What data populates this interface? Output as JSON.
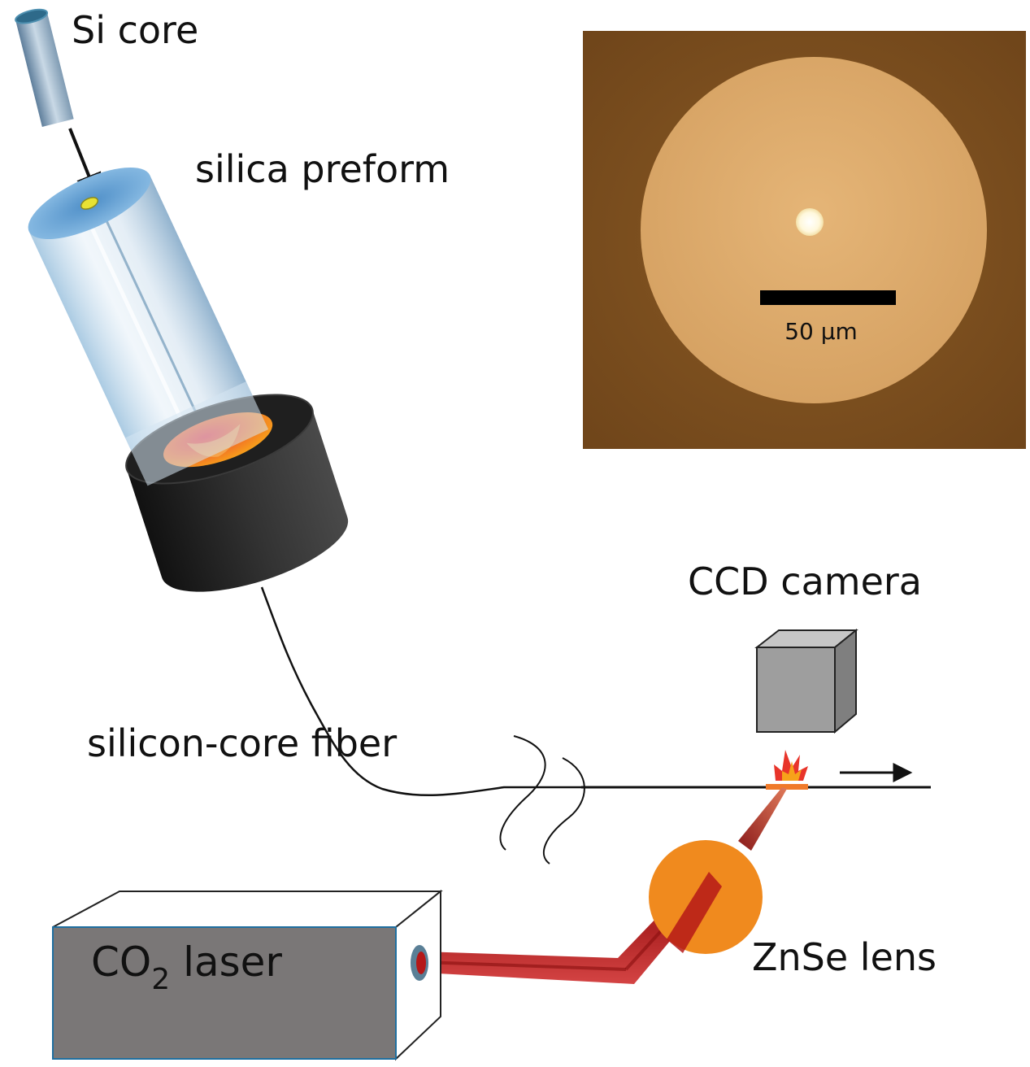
{
  "labels": {
    "si_core": "Si core",
    "silica_preform": "silica preform",
    "silicon_core_fiber": "silicon-core fiber",
    "ccd_camera": "CCD camera",
    "laser_prefix": "CO",
    "laser_subscript": "2",
    "laser_suffix": " laser",
    "znse_lens": "ZnSe lens"
  },
  "micrograph": {
    "scale_bar_label": "50 µm"
  },
  "colors": {
    "micrograph_background": "#7a4e1e",
    "fiber_cladding": "#d9a868",
    "fiber_core": "#fffbe6",
    "laser_beam": "#b51818",
    "lens": "#f08a1e",
    "furnace": "#2e2e2e",
    "laser_body": "#7a7777",
    "camera": "#9e9e9e"
  }
}
